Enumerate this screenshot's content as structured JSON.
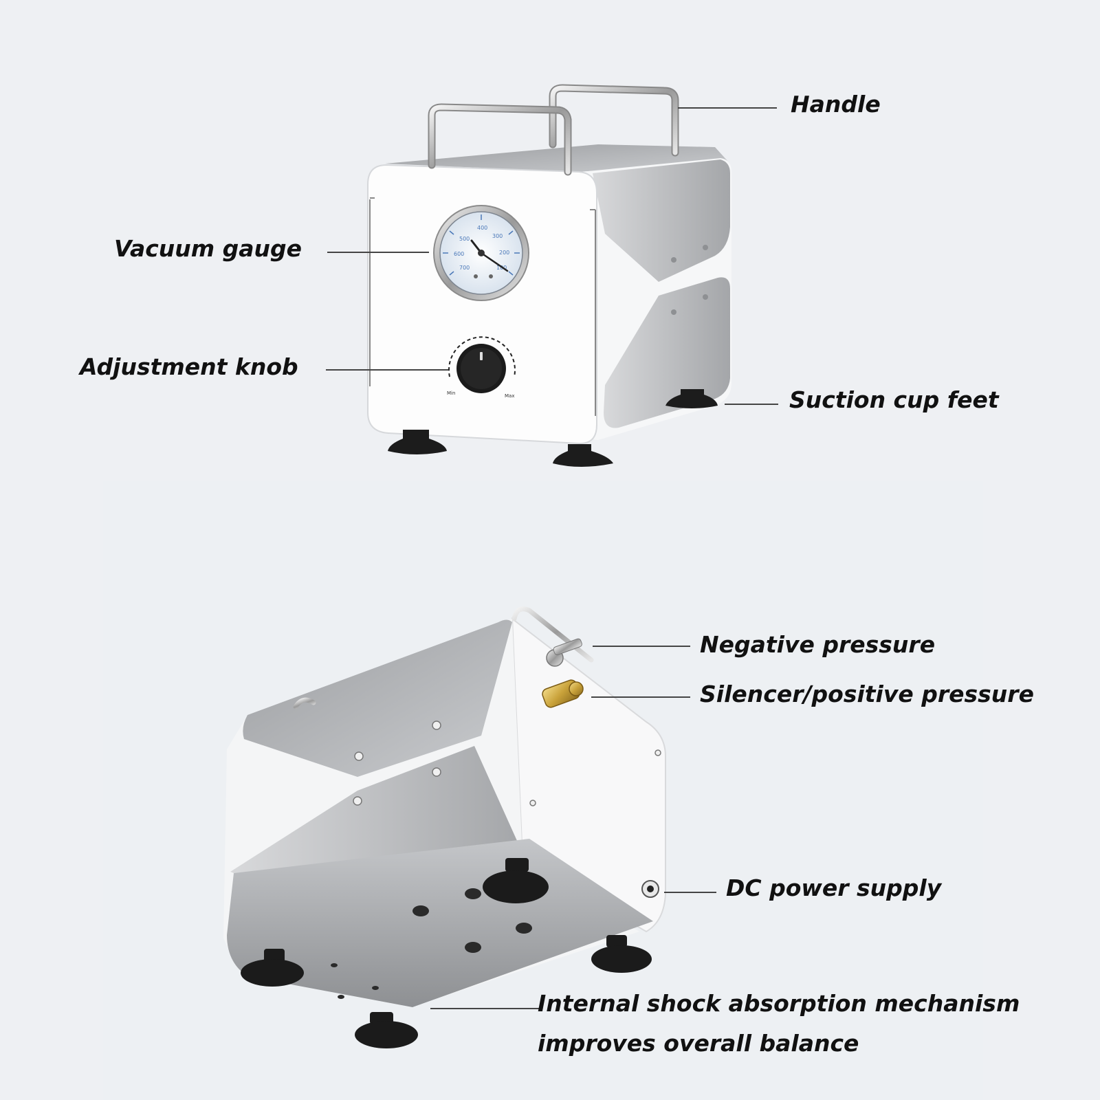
{
  "labels": {
    "handle": "Handle",
    "vacuum_gauge": "Vacuum gauge",
    "adjustment_knob": "Adjustment knob",
    "suction_cup_feet": "Suction cup feet",
    "negative_pressure": "Negative pressure",
    "silencer": "Silencer/positive pressure",
    "dc_power": "DC power supply",
    "shock_line1": "Internal shock absorption mechanism",
    "shock_line2": "improves overall balance"
  },
  "knob": {
    "min_label": "Min",
    "max_label": "Max"
  },
  "colors": {
    "background": "#eef0f3",
    "body_white": "#fbfbfc",
    "panel_grey": "#a9abae",
    "foot_black": "#1a1a1a",
    "brass": "#c9a23a",
    "leader_line": "#444444"
  },
  "icons": [
    "vacuum-gauge-icon",
    "adjustment-knob-icon",
    "handle-icon",
    "suction-cup-icon",
    "brass-fitting-icon",
    "dc-jack-icon"
  ]
}
